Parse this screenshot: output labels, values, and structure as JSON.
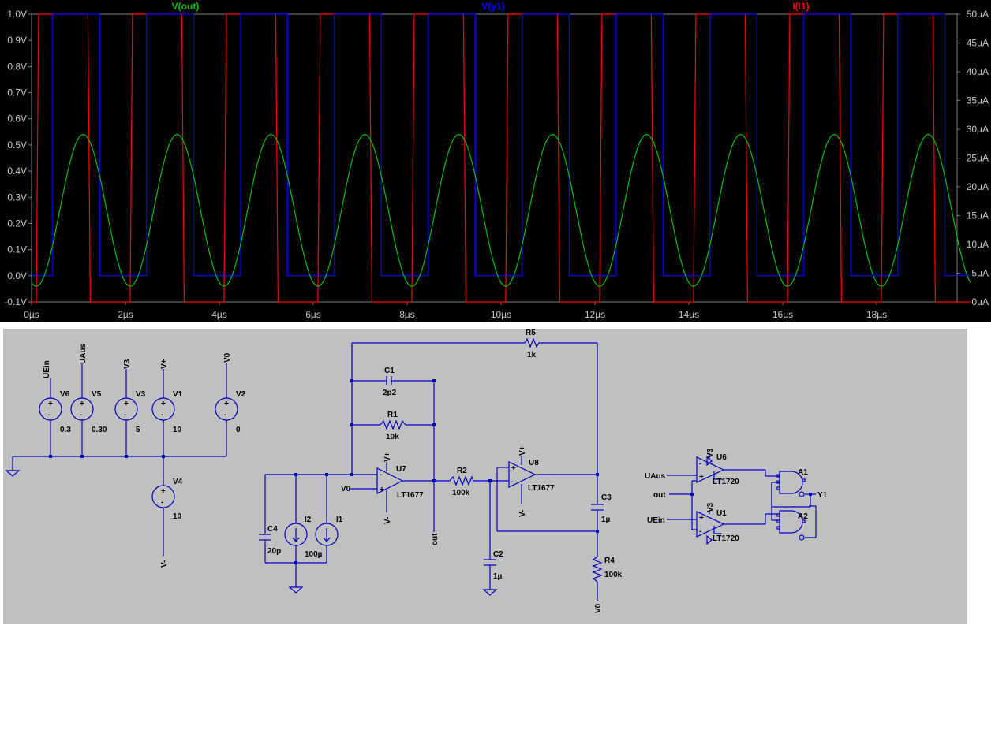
{
  "plot": {
    "traces": [
      {
        "label": "V(out)",
        "color": "#00c000"
      },
      {
        "label": "V(y1)",
        "color": "#0000ff"
      },
      {
        "label": "I(I1)",
        "color": "#ff0000"
      }
    ],
    "background": "#000000",
    "axis_color": "#808080",
    "grid": false
  },
  "chart_data": {
    "type": "line",
    "x_ticks": [
      "0µs",
      "2µs",
      "4µs",
      "6µs",
      "8µs",
      "10µs",
      "12µs",
      "14µs",
      "16µs",
      "18µs"
    ],
    "y_left_ticks": [
      "1.0V",
      "0.9V",
      "0.8V",
      "0.7V",
      "0.6V",
      "0.5V",
      "0.4V",
      "0.3V",
      "0.2V",
      "0.1V",
      "0.0V",
      "-0.1V"
    ],
    "y_right_ticks": [
      "50µA",
      "45µA",
      "40µA",
      "35µA",
      "30µA",
      "25µA",
      "20µA",
      "15µA",
      "10µA",
      "5µA",
      "0µA"
    ],
    "xlim_us": [
      0,
      20
    ],
    "ylim_left_V": [
      -0.1,
      1.0
    ],
    "ylim_right_uA": [
      0,
      50
    ],
    "series": [
      {
        "name": "V(out)",
        "kind": "sine",
        "period_us": 2.0,
        "min_V": -0.04,
        "max_V": 0.54,
        "first_peak_us": 1.1
      },
      {
        "name": "V(y1)",
        "kind": "square",
        "period_us": 2.0,
        "low_V": 0.0,
        "high_V": 1.0,
        "first_rise_us": 0.45,
        "first_fall_us": 1.45
      },
      {
        "name": "I(I1)",
        "kind": "square",
        "period_us": 2.0,
        "low_uA": 0.0,
        "high_uA": 50.0,
        "first_rise_us": 0.1,
        "first_fall_us": 1.2,
        "edge_us": 0.05
      }
    ]
  },
  "schematic": {
    "sources": [
      {
        "ref": "V6",
        "value": "0.3",
        "net": "UEin"
      },
      {
        "ref": "V5",
        "value": "0.30",
        "net": "UAus"
      },
      {
        "ref": "V3",
        "value": "5",
        "net": "V3"
      },
      {
        "ref": "V1",
        "value": "10",
        "net": "V+"
      },
      {
        "ref": "V2",
        "value": "0",
        "net": "V0"
      },
      {
        "ref": "V4",
        "value": "10",
        "net": "V-"
      }
    ],
    "components": {
      "R5": {
        "ref": "R5",
        "value": "1k"
      },
      "C1": {
        "ref": "C1",
        "value": "2p2"
      },
      "R1": {
        "ref": "R1",
        "value": "10k"
      },
      "U7": {
        "ref": "U7",
        "model": "LT1677"
      },
      "R2": {
        "ref": "R2",
        "value": "100k"
      },
      "U8": {
        "ref": "U8",
        "model": "LT1677"
      },
      "C3": {
        "ref": "C3",
        "value": "1µ"
      },
      "R4": {
        "ref": "R4",
        "value": "100k"
      },
      "C2": {
        "ref": "C2",
        "value": "1µ"
      },
      "C4": {
        "ref": "C4",
        "value": "20p"
      },
      "I2": {
        "ref": "I2",
        "value": ""
      },
      "I1": {
        "ref": "I1",
        "value": "100µ"
      },
      "U6": {
        "ref": "U6",
        "model": "LT1720"
      },
      "U1": {
        "ref": "U1",
        "model": "LT1720"
      },
      "A1": {
        "ref": "A1"
      },
      "A2": {
        "ref": "A2"
      }
    },
    "nets": {
      "vplus": "V+",
      "vminus": "V-",
      "v0": "V0",
      "v3": "V3",
      "out": "out",
      "uaus": "UAus",
      "uein": "UEin",
      "y1": "Y1"
    },
    "wire_color": "#0000c0"
  }
}
